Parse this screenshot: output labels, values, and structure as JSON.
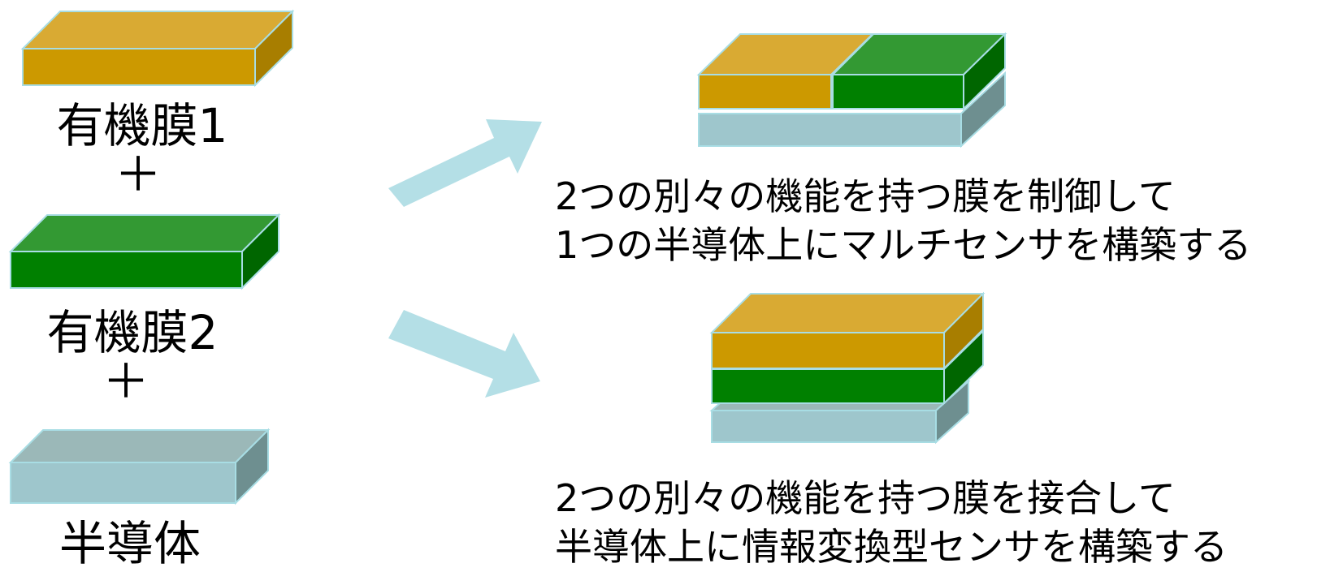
{
  "colors": {
    "organic1_front": "#cc9900",
    "organic1_top": "#d9aa33",
    "organic1_side": "#a87e00",
    "organic2_front": "#008000",
    "organic2_top": "#339933",
    "organic2_side": "#006600",
    "semi_front": "#9ec6cc",
    "semi_top": "#9bb8b8",
    "semi_side": "#6e8f90",
    "arrow": "#b4dfe6",
    "edge": "#a8dde4"
  },
  "left": {
    "organic1_label": "有機膜1",
    "plus1": "＋",
    "organic2_label": "有機膜2",
    "plus2": "＋",
    "semiconductor_label": "半導体"
  },
  "right": {
    "top_line1": "2つの別々の機能を持つ膜を制御して",
    "top_line2": "1つの半導体上にマルチセンサを構築する",
    "bottom_line1": "2つの別々の機能を持つ膜を接合して",
    "bottom_line2": "半導体上に情報変換型センサを構築する"
  }
}
